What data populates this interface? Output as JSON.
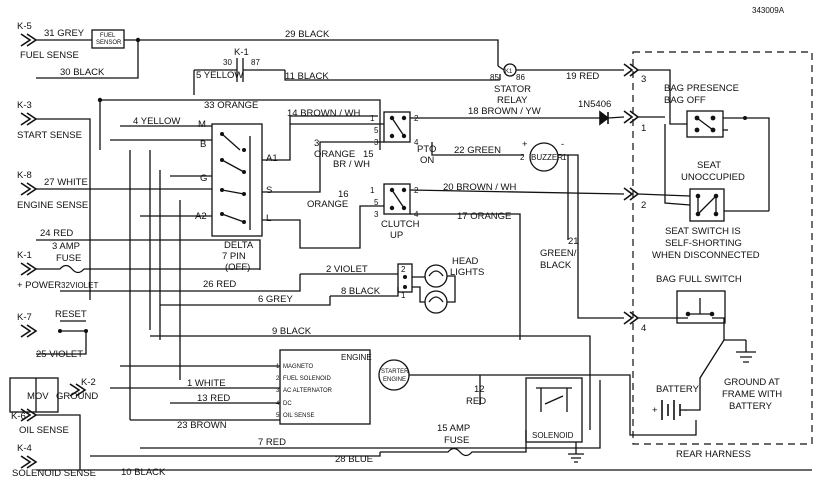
{
  "doc_id": "343009A",
  "connectors": {
    "k5": "K-5",
    "k1_top": "K-1",
    "k3": "K-3",
    "k8": "K-8",
    "k1": "K-1",
    "k7": "K-7",
    "k2": "K-2",
    "k6": "K-6",
    "k4": "K-4"
  },
  "left_labels": {
    "fuel_sense": "FUEL SENSE",
    "start_sense": "START SENSE",
    "engine_sense": "ENGINE SENSE",
    "power": "+ POWER",
    "reset": "RESET",
    "mov": "MOV",
    "ground": "GROUND",
    "oil_sense": "OIL SENSE",
    "solenoid_sense": "SOLENOID SENSE",
    "fuse3": "3 AMP",
    "fuse3b": "FUSE"
  },
  "wires": {
    "w31": "31 GREY",
    "w29": "29 BLACK",
    "w30": "30 BLACK",
    "w30b": "30",
    "w87": "87",
    "w5": "5 YELLOW",
    "w11": "11 BLACK",
    "w19": "19 RED",
    "w33": "33 ORANGE",
    "w4": "4 YELLOW",
    "w14": "14 BROWN / WH",
    "w18": "18 BROWN / YW",
    "w3": "3",
    "w3o": "ORANGE",
    "w15": "15",
    "w15b": "BR / WH",
    "w22": "22 GREEN",
    "w27": "27 WHITE",
    "w16": "16",
    "w16o": "ORANGE",
    "w20": "20 BROWN / WH",
    "w17": "17 ORANGE",
    "w24": "24 RED",
    "w21": "21",
    "w21b": "GREEN/",
    "w21c": "BLACK",
    "w2": "2 VIOLET",
    "w32": "32VIOLET",
    "w26": "26 RED",
    "w8": "8 BLACK",
    "w6": "6 GREY",
    "w9": "9 BLACK",
    "w25": "25 VIOLET",
    "w1": "1 WHITE",
    "w13": "13 RED",
    "w12": "12",
    "w12b": "RED",
    "w23": "23 BROWN",
    "w7": "7 RED",
    "w28": "28 BLUE",
    "w10": "10 BLACK"
  },
  "components": {
    "fuel_sensor_1": "FUEL",
    "fuel_sensor_2": "SENSOR",
    "relay_n": "85",
    "relay_nb": "86",
    "relay_name": "K1",
    "stator_1": "STATOR",
    "stator_2": "RELAY",
    "diode": "1N5406",
    "pto_1": "PTO",
    "pto_2": "ON",
    "clutch_1": "CLUTCH",
    "clutch_2": "UP",
    "buzzer": "BUZZER",
    "delta_1": "DELTA",
    "delta_2": "7 PIN",
    "delta_3": "(OFF)",
    "sw_m": "M",
    "sw_b": "B",
    "sw_g": "G",
    "sw_a2": "A2",
    "sw_a1": "A1",
    "sw_s": "S",
    "sw_l": "L",
    "head_1": "HEAD",
    "head_2": "LIGHTS",
    "engine_title": "ENGINE",
    "engine_rows": [
      "MAGNETO",
      "FUEL SOLENOID",
      "AC ALTERNATOR",
      "DC",
      "OIL SENSE"
    ],
    "engine_pins": [
      "1",
      "2",
      "3",
      "4",
      "5"
    ],
    "starter_1": "STARTER",
    "starter_2": "ENGINE",
    "fuse15_1": "15 AMP",
    "fuse15_2": "FUSE",
    "solenoid": "SOLENOID",
    "pin1": "1",
    "pin2": "2",
    "pin3": "3",
    "pin4": "4",
    "pin5": "5",
    "buzzer_plus": "+",
    "buzzer_minus": "-"
  },
  "rear_harness": {
    "bag_presence_1": "BAG PRESENCE",
    "bag_presence_2": "BAG OFF",
    "seat_1": "SEAT",
    "seat_2": "UNOCCUPIED",
    "note_1": "SEAT SWITCH IS",
    "note_2": "SELF-SHORTING",
    "note_3": "WHEN DISCONNECTED",
    "bag_full": "BAG FULL SWITCH",
    "battery": "BATTERY",
    "ground_1": "GROUND AT",
    "ground_2": "FRAME WITH",
    "ground_3": "BATTERY",
    "title": "REAR HARNESS",
    "pins": [
      "3",
      "1",
      "2",
      "4"
    ]
  }
}
